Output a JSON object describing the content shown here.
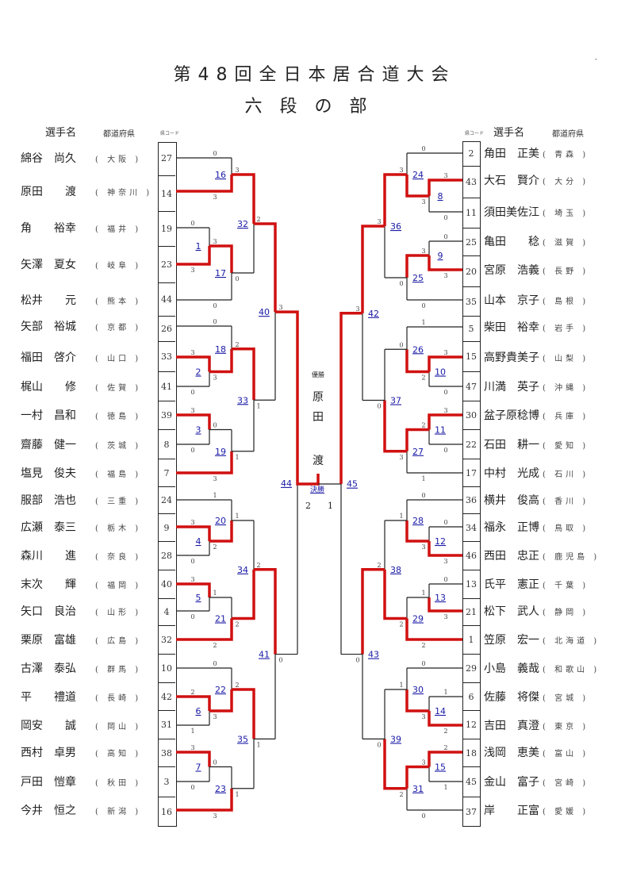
{
  "title": {
    "line1": "第48回全日本居合道大会",
    "line2": "六段の部"
  },
  "corner_mark": "-",
  "headers": {
    "player_name": "選手名",
    "prefecture": "都道府県",
    "code": "県コード"
  },
  "champion": {
    "label": "優勝",
    "name_chars": [
      "原",
      "田",
      "",
      "渡"
    ]
  },
  "final": {
    "label": "決勝",
    "match_left": "44",
    "match_right": "45",
    "score_left": "2",
    "score_right": "1"
  },
  "colors": {
    "winner_line": "#d01010",
    "line": "#222222",
    "match_number": "#1a1aa6"
  },
  "left_players": [
    {
      "code": "27",
      "name": "綿谷　尚久",
      "pref": "大阪"
    },
    {
      "code": "14",
      "name": "原田　　渡",
      "pref": "神奈川"
    },
    {
      "code": "19",
      "name": "角　　裕幸",
      "pref": "福井"
    },
    {
      "code": "23",
      "name": "矢澤　夏女",
      "pref": "岐阜"
    },
    {
      "code": "44",
      "name": "松井　　元",
      "pref": "熊本"
    },
    {
      "code": "26",
      "name": "矢部　裕城",
      "pref": "京都"
    },
    {
      "code": "33",
      "name": "福田　啓介",
      "pref": "山口"
    },
    {
      "code": "41",
      "name": "梶山　　修",
      "pref": "佐賀"
    },
    {
      "code": "39",
      "name": "一村　昌和",
      "pref": "徳島"
    },
    {
      "code": "8",
      "name": "齋藤　健一",
      "pref": "茨城"
    },
    {
      "code": "7",
      "name": "塩見　俊夫",
      "pref": "福島"
    },
    {
      "code": "24",
      "name": "服部　浩也",
      "pref": "三重"
    },
    {
      "code": "9",
      "name": "広瀬　泰三",
      "pref": "栃木"
    },
    {
      "code": "28",
      "name": "森川　　進",
      "pref": "奈良"
    },
    {
      "code": "40",
      "name": "末次　　輝",
      "pref": "福岡"
    },
    {
      "code": "4",
      "name": "矢口　良治",
      "pref": "山形"
    },
    {
      "code": "32",
      "name": "栗原　富雄",
      "pref": "広島"
    },
    {
      "code": "10",
      "name": "古澤　泰弘",
      "pref": "群馬"
    },
    {
      "code": "42",
      "name": "平　　禮道",
      "pref": "長崎"
    },
    {
      "code": "31",
      "name": "岡安　　誠",
      "pref": "岡山"
    },
    {
      "code": "38",
      "name": "西村　卓男",
      "pref": "高知"
    },
    {
      "code": "3",
      "name": "戸田　愷章",
      "pref": "秋田"
    },
    {
      "code": "16",
      "name": "今井　恒之",
      "pref": "新潟"
    }
  ],
  "right_players": [
    {
      "code": "2",
      "name": "角田　正美",
      "pref": "青森"
    },
    {
      "code": "43",
      "name": "大石　賢介",
      "pref": "大分"
    },
    {
      "code": "11",
      "name": "須田美佐江",
      "pref": "埼玉"
    },
    {
      "code": "25",
      "name": "亀田　　稔",
      "pref": "滋賀"
    },
    {
      "code": "20",
      "name": "宮原　浩義",
      "pref": "長野"
    },
    {
      "code": "35",
      "name": "山本　京子",
      "pref": "島根"
    },
    {
      "code": "5",
      "name": "柴田　裕幸",
      "pref": "岩手"
    },
    {
      "code": "15",
      "name": "高野貴美子",
      "pref": "山梨"
    },
    {
      "code": "47",
      "name": "川満　英子",
      "pref": "沖縄"
    },
    {
      "code": "30",
      "name": "盆子原稔博",
      "pref": "兵庫"
    },
    {
      "code": "22",
      "name": "石田　耕一",
      "pref": "愛知"
    },
    {
      "code": "17",
      "name": "中村　光成",
      "pref": "石川"
    },
    {
      "code": "36",
      "name": "横井　俊高",
      "pref": "香川"
    },
    {
      "code": "34",
      "name": "福永　正博",
      "pref": "鳥取"
    },
    {
      "code": "46",
      "name": "西田　忠正",
      "pref": "鹿児島"
    },
    {
      "code": "13",
      "name": "氏平　憲正",
      "pref": "千葉"
    },
    {
      "code": "21",
      "name": "松下　武人",
      "pref": "静岡"
    },
    {
      "code": "1",
      "name": "笠原　宏一",
      "pref": "北海道"
    },
    {
      "code": "29",
      "name": "小島　義哉",
      "pref": "和歌山"
    },
    {
      "code": "6",
      "name": "佐藤　将傑",
      "pref": "宮城"
    },
    {
      "code": "12",
      "name": "吉田　真澄",
      "pref": "東京"
    },
    {
      "code": "18",
      "name": "浅岡　恵美",
      "pref": "富山"
    },
    {
      "code": "45",
      "name": "金山　富子",
      "pref": "宮崎"
    },
    {
      "code": "37",
      "name": "岸　　正富",
      "pref": "愛媛"
    }
  ],
  "left_matches": [
    {
      "id": "1",
      "a": "p2",
      "b": "p3",
      "sa": "0",
      "sb": "3",
      "win": "b"
    },
    {
      "id": "2",
      "a": "p6",
      "b": "p7",
      "sa": "3",
      "sb": "0",
      "win": "a"
    },
    {
      "id": "3",
      "a": "p8",
      "b": "p9",
      "sa": "3",
      "sb": "0",
      "win": "a"
    },
    {
      "id": "4",
      "a": "p12",
      "b": "p13",
      "sa": "3",
      "sb": "0",
      "win": "a"
    },
    {
      "id": "5",
      "a": "p14",
      "b": "p15",
      "sa": "3",
      "sb": "0",
      "win": "a"
    },
    {
      "id": "6",
      "a": "p18",
      "b": "p19",
      "sa": "2",
      "sb": "1",
      "win": "a"
    },
    {
      "id": "7",
      "a": "p20",
      "b": "p21",
      "sa": "3",
      "sb": "0",
      "win": "a"
    },
    {
      "id": "16",
      "a": "p0",
      "b": "p1",
      "sa": "0",
      "sb": "3",
      "win": "b"
    },
    {
      "id": "17",
      "a": "m1",
      "b": "p4",
      "sa": "3",
      "sb": "0",
      "win": "a"
    },
    {
      "id": "18",
      "a": "p5",
      "b": "m2",
      "sa": "0",
      "sb": "3",
      "win": "b"
    },
    {
      "id": "19",
      "a": "m3",
      "b": "p10",
      "sa": "0",
      "sb": "3",
      "win": "b"
    },
    {
      "id": "20",
      "a": "p11",
      "b": "m4",
      "sa": "1",
      "sb": "2",
      "win": "b"
    },
    {
      "id": "21",
      "a": "m5",
      "b": "p16",
      "sa": "1",
      "sb": "2",
      "win": "b"
    },
    {
      "id": "22",
      "a": "p17",
      "b": "m6",
      "sa": "0",
      "sb": "3",
      "win": "b"
    },
    {
      "id": "23",
      "a": "m7",
      "b": "p22",
      "sa": "0",
      "sb": "3",
      "win": "b"
    },
    {
      "id": "32",
      "a": "m16",
      "b": "m17",
      "sa": "3",
      "sb": "0",
      "win": "a"
    },
    {
      "id": "33",
      "a": "m18",
      "b": "m19",
      "sa": "2",
      "sb": "1",
      "win": "a"
    },
    {
      "id": "34",
      "a": "m20",
      "b": "m21",
      "sa": "1",
      "sb": "2",
      "win": "b"
    },
    {
      "id": "35",
      "a": "m22",
      "b": "m23",
      "sa": "2",
      "sb": "1",
      "win": "a"
    },
    {
      "id": "40",
      "a": "m32",
      "b": "m33",
      "sa": "2",
      "sb": "1",
      "win": "a"
    },
    {
      "id": "41",
      "a": "m34",
      "b": "m35",
      "sa": "2",
      "sb": "1",
      "win": "a"
    },
    {
      "id": "44",
      "a": "m40",
      "b": "m41",
      "sa": "3",
      "sb": "0",
      "win": "a"
    }
  ],
  "right_matches": [
    {
      "id": "8",
      "a": "p1",
      "b": "p2",
      "sa": "3",
      "sb": "0",
      "win": "a"
    },
    {
      "id": "9",
      "a": "p3",
      "b": "p4",
      "sa": "0",
      "sb": "3",
      "win": "b"
    },
    {
      "id": "10",
      "a": "p7",
      "b": "p8",
      "sa": "3",
      "sb": "0",
      "win": "a"
    },
    {
      "id": "11",
      "a": "p9",
      "b": "p10",
      "sa": "3",
      "sb": "0",
      "win": "a"
    },
    {
      "id": "12",
      "a": "p13",
      "b": "p14",
      "sa": "0",
      "sb": "3",
      "win": "b"
    },
    {
      "id": "13",
      "a": "p15",
      "b": "p16",
      "sa": "0",
      "sb": "3",
      "win": "b"
    },
    {
      "id": "14",
      "a": "p19",
      "b": "p20",
      "sa": "1",
      "sb": "2",
      "win": "b"
    },
    {
      "id": "15",
      "a": "p21",
      "b": "p22",
      "sa": "2",
      "sb": "1",
      "win": "a"
    },
    {
      "id": "24",
      "a": "p0",
      "b": "m8",
      "sa": "0",
      "sb": "3",
      "win": "b"
    },
    {
      "id": "25",
      "a": "m9",
      "b": "p5",
      "sa": "3",
      "sb": "0",
      "win": "a"
    },
    {
      "id": "26",
      "a": "p6",
      "b": "m10",
      "sa": "1",
      "sb": "2",
      "win": "b"
    },
    {
      "id": "27",
      "a": "m11",
      "b": "p11",
      "sa": "2",
      "sb": "1",
      "win": "a"
    },
    {
      "id": "28",
      "a": "p12",
      "b": "m12",
      "sa": "0",
      "sb": "3",
      "win": "b"
    },
    {
      "id": "29",
      "a": "m13",
      "b": "p17",
      "sa": "1",
      "sb": "2",
      "win": "b"
    },
    {
      "id": "30",
      "a": "p18",
      "b": "m14",
      "sa": "0",
      "sb": "3",
      "win": "b"
    },
    {
      "id": "31",
      "a": "m15",
      "b": "p23",
      "sa": "3",
      "sb": "0",
      "win": "a"
    },
    {
      "id": "36",
      "a": "m24",
      "b": "m25",
      "sa": "3",
      "sb": "0",
      "win": "a"
    },
    {
      "id": "37",
      "a": "m26",
      "b": "m27",
      "sa": "0",
      "sb": "3",
      "win": "b"
    },
    {
      "id": "38",
      "a": "m28",
      "b": "m29",
      "sa": "1",
      "sb": "2",
      "win": "b"
    },
    {
      "id": "39",
      "a": "m30",
      "b": "m31",
      "sa": "1",
      "sb": "2",
      "win": "b"
    },
    {
      "id": "42",
      "a": "m36",
      "b": "m37",
      "sa": "3",
      "sb": "0",
      "win": "a"
    },
    {
      "id": "43",
      "a": "m38",
      "b": "m39",
      "sa": "2",
      "sb": "0",
      "win": "a"
    },
    {
      "id": "45",
      "a": "m42",
      "b": "m43",
      "sa": "3",
      "sb": "0",
      "win": "a"
    }
  ]
}
